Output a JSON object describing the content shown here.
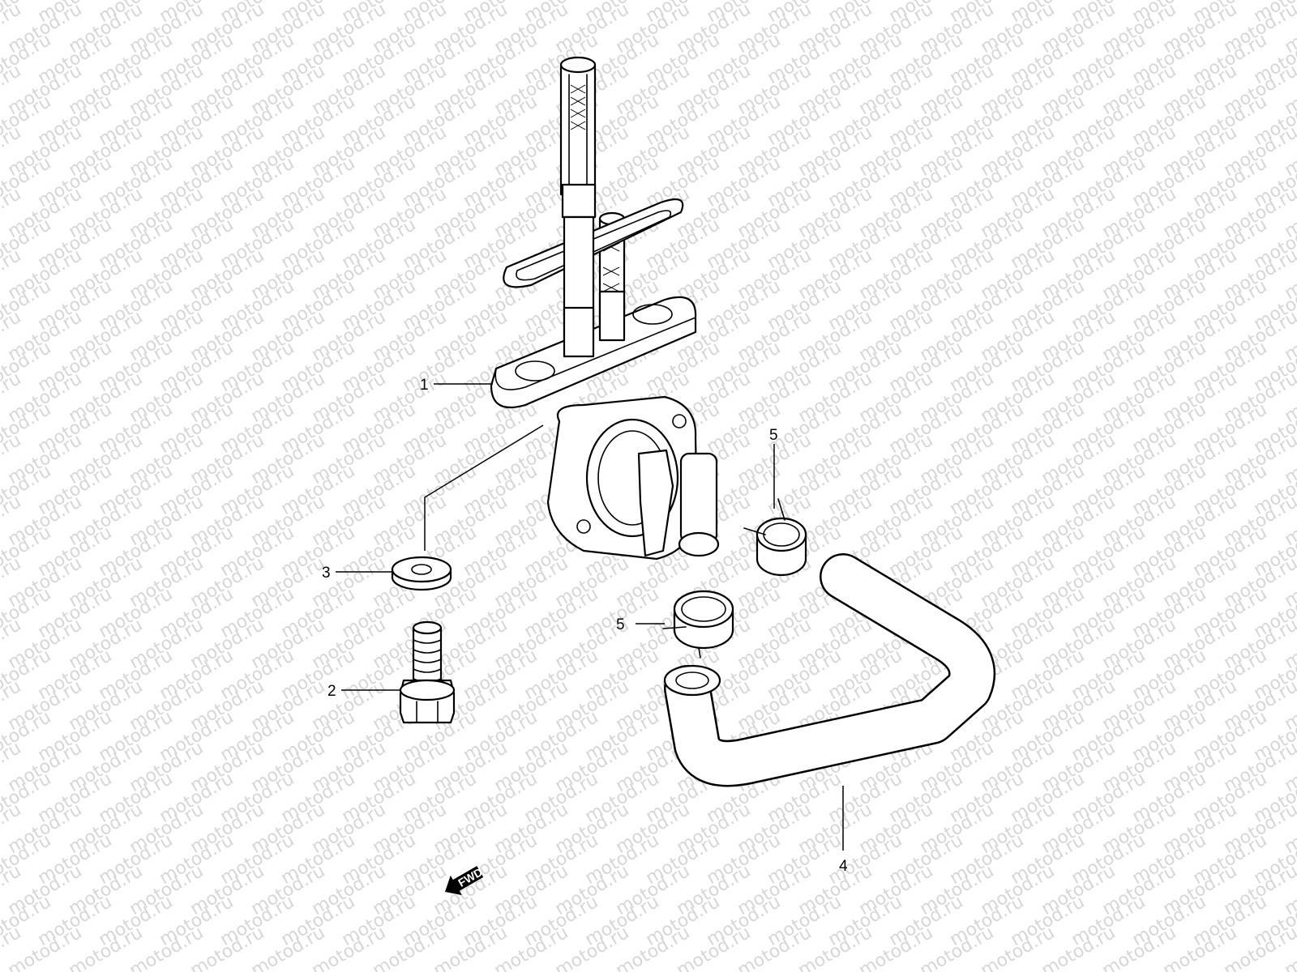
{
  "watermark": {
    "text": "motod.ru",
    "color": "#d6d6d6"
  },
  "callouts": [
    {
      "id": "fuel-cock",
      "label": "1"
    },
    {
      "id": "bolt",
      "label": "2"
    },
    {
      "id": "washer",
      "label": "3"
    },
    {
      "id": "fuel-hose",
      "label": "4"
    },
    {
      "id": "clamp-upper",
      "label": "5"
    },
    {
      "id": "clamp-lower",
      "label": "5"
    }
  ],
  "direction_marker": {
    "label": "FWD",
    "icon": "fwd-arrow-icon"
  }
}
